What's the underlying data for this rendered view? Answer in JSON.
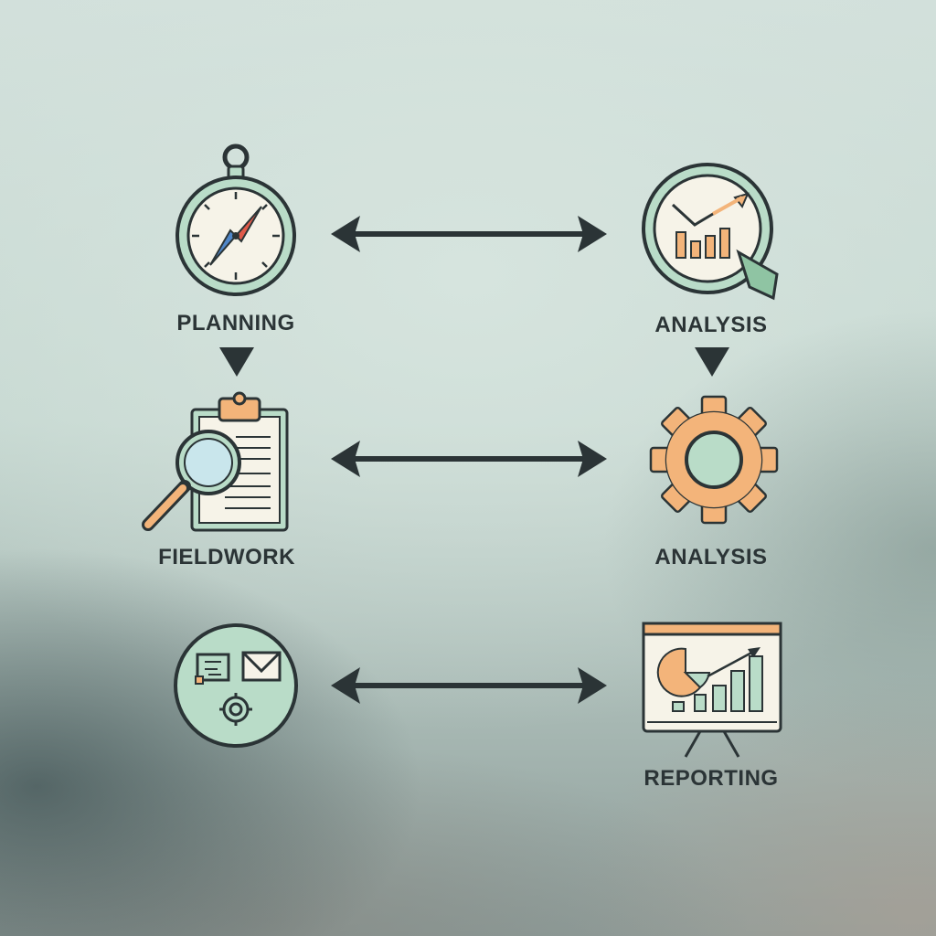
{
  "stages": {
    "planning": {
      "label": "PLANNING",
      "icon": "compass-icon"
    },
    "analysis_top": {
      "label": "ANALYSIS",
      "icon": "chart-magnifier-icon"
    },
    "fieldwork": {
      "label": "FIELDWORK",
      "icon": "clipboard-magnifier-icon"
    },
    "analysis_mid": {
      "label": "ANALYSIS",
      "icon": "gear-icon"
    },
    "communication": {
      "icon": "message-mail-gear-icon"
    },
    "reporting": {
      "label": "REPORTING",
      "icon": "presentation-board-icon"
    }
  },
  "connectors": {
    "horizontal": "double-headed-arrow-icon",
    "vertical": "down-triangle-icon"
  },
  "colors": {
    "mint": "#b9dcc8",
    "peach": "#f3b47a",
    "cream": "#f6f3e8",
    "ink": "#2b3436"
  }
}
